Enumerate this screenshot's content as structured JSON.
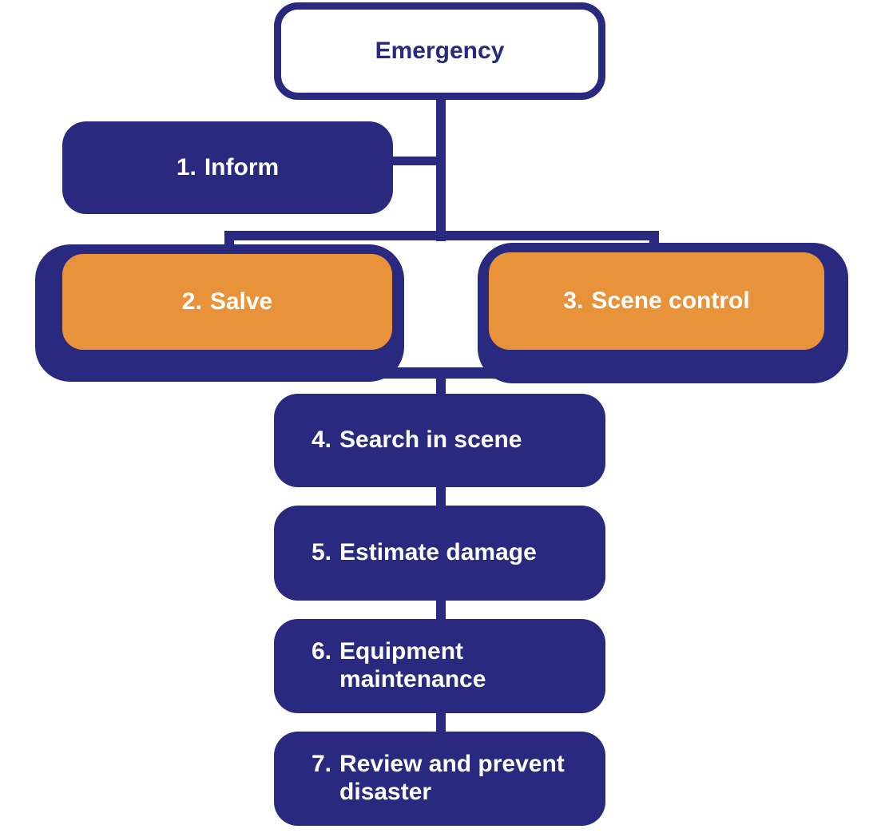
{
  "colors": {
    "navy": "#29297F",
    "orange": "#E8923A",
    "background": "#FFFFFF",
    "text_on_dark": "#FFFFFF"
  },
  "flowchart": {
    "root": {
      "label": "Emergency"
    },
    "steps": [
      {
        "num": "1.",
        "label": "Inform",
        "style": "navy"
      },
      {
        "num": "2.",
        "label": "Salve",
        "style": "orange"
      },
      {
        "num": "3.",
        "label": "Scene control",
        "style": "orange"
      },
      {
        "num": "4.",
        "label": "Search in scene",
        "style": "navy"
      },
      {
        "num": "5.",
        "label": "Estimate damage",
        "style": "navy"
      },
      {
        "num": "6.",
        "label": "Equipment\nmaintenance",
        "style": "navy"
      },
      {
        "num": "7.",
        "label": "Review and prevent\ndisaster",
        "style": "navy"
      }
    ]
  }
}
